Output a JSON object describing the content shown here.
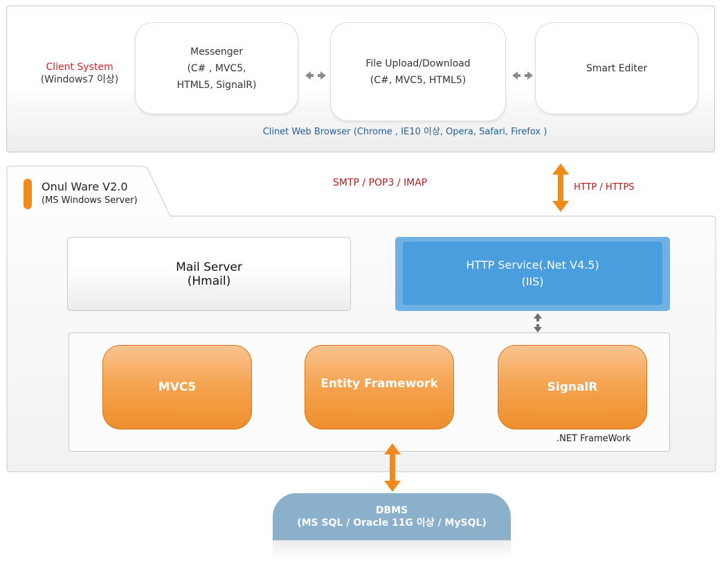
{
  "client_system": {
    "label": "Client System",
    "os": "(Windows7 이상)"
  },
  "messenger": {
    "line1": "Messenger",
    "line2": "(C# , MVC5,",
    "line3": "HTML5, SignalR)"
  },
  "file_upload": {
    "line1": "File Upload/Download",
    "line2": "(C#, MVC5, HTML5)"
  },
  "smart_editor": {
    "label": "Smart Editer"
  },
  "browser_caption": "Clinet Web Browser (Chrome , IE10 이상, Opera, Safari, Firefox )",
  "server": {
    "title": "Onul Ware V2.0",
    "subtitle": "(MS Windows Server)"
  },
  "protocols": {
    "mail": "SMTP / POP3 / IMAP",
    "web": "HTTP / HTTPS"
  },
  "mail_server": {
    "line1": "Mail Server",
    "line2": "(Hmail)"
  },
  "http_service": {
    "line1": "HTTP Service(.Net V4.5)",
    "line2": "(IIS)"
  },
  "net_framework": {
    "label": ".NET FrameWork",
    "components": [
      "MVC5",
      "Entity Framework",
      "SignalR"
    ]
  },
  "dbms": {
    "line1": "DBMS",
    "line2": "(MS SQL / Oracle 11G 이상 / MySQL)"
  },
  "colors": {
    "accent_orange": "#f08a1c",
    "http_blue": "#4a9ede",
    "dbms_blue": "#8ab0cc",
    "protocol_red": "#b01e1e"
  }
}
